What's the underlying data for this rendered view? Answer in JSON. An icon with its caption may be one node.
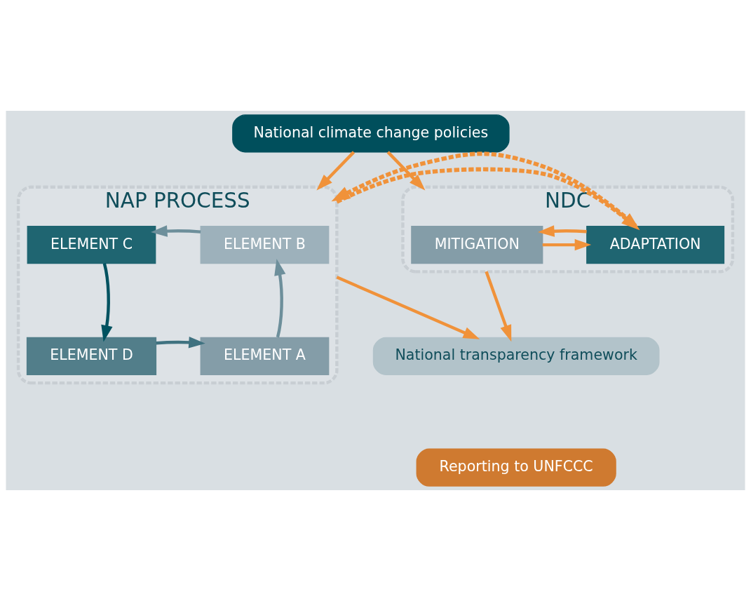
{
  "diagram": {
    "nodes": [
      {
        "text": [
          "National climate change policies"
        ]
      },
      {
        "text": [
          "NDC"
        ]
      },
      {
        "text": [
          "MITIGATION"
        ],
        "in": 1
      },
      {
        "text": [
          "ADAPTATION"
        ],
        "in": 1
      },
      {
        "text": [
          "NAP PROCESS"
        ]
      },
      {
        "text": [
          "ELEMENT B"
        ],
        "in": 4
      },
      {
        "text": [
          "ELEMENT C"
        ],
        "in": 4
      },
      {
        "text": [
          "ELEMENT A"
        ],
        "in": 4
      },
      {
        "text": [
          "ELEMENT D"
        ],
        "in": 4
      },
      {
        "text": [
          "National transparency framework"
        ]
      },
      {
        "text": [
          "Reporting to UNFCCC"
        ]
      }
    ],
    "edges": [
      {
        "from": 0,
        "to": 1,
        "arrow": "to"
      },
      {
        "from": 0,
        "to": 4,
        "arrow": "to"
      },
      {
        "from": 4,
        "to": 3,
        "arrow": "to",
        "style": "dashed"
      },
      {
        "from": 2,
        "to": 3,
        "arrow": "to"
      },
      {
        "from": 3,
        "to": 2,
        "arrow": "to"
      },
      {
        "from": 3,
        "to": 4,
        "arrow": "to",
        "style": "dashed"
      },
      {
        "from": 7,
        "to": 5,
        "arrow": "to",
        "color": "#6d8f9b"
      },
      {
        "from": 5,
        "to": 6,
        "arrow": "to",
        "color": "#6d8f9b"
      },
      {
        "from": 6,
        "to": 8,
        "arrow": "to",
        "color": "#005260"
      },
      {
        "from": 8,
        "to": 7,
        "arrow": "to",
        "color": "#3f7280"
      },
      {
        "from": 1,
        "to": 9,
        "arrow": "to"
      },
      {
        "from": 4,
        "to": 9,
        "arrow": "to"
      }
    ]
  }
}
